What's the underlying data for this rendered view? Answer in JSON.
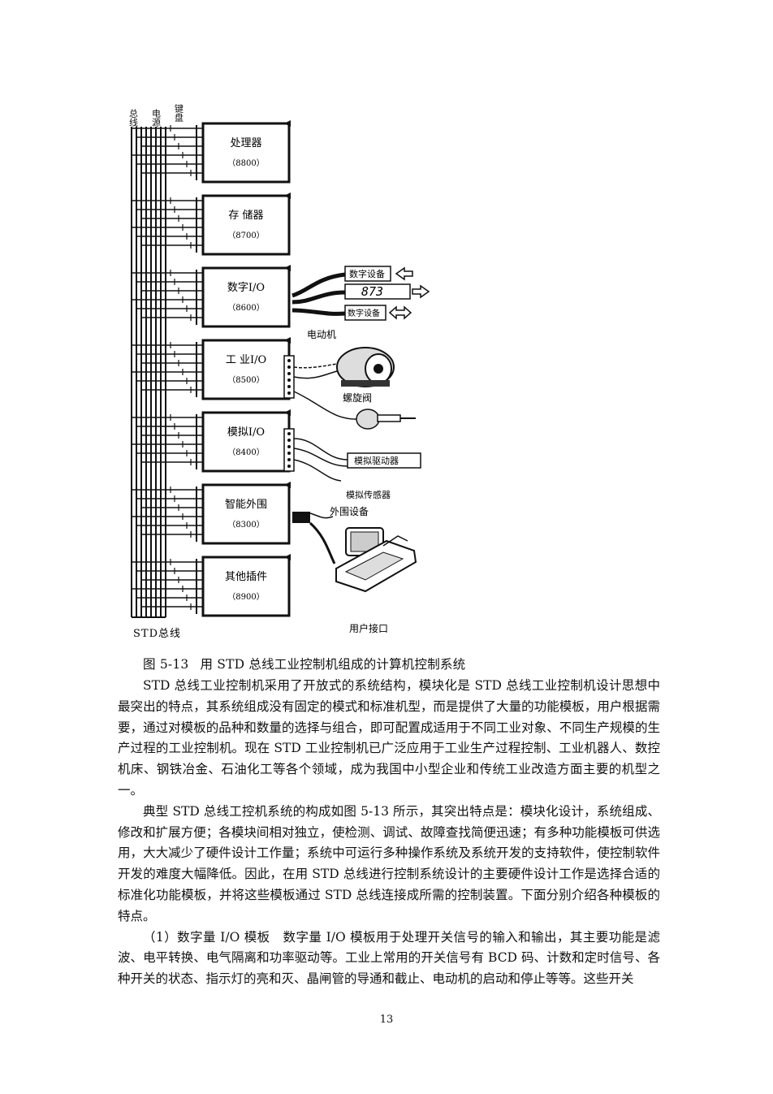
{
  "figure": {
    "top_labels": [
      "总线",
      "电源",
      "键盘"
    ],
    "modules": [
      {
        "name": "处理器",
        "code": "（8800）"
      },
      {
        "name": "存 储器",
        "code": "（8700）"
      },
      {
        "name": "数字I/O",
        "code": "（8600）"
      },
      {
        "name": "工 业I/O",
        "code": "（8500）"
      },
      {
        "name": "模拟I/O",
        "code": "（8400）"
      },
      {
        "name": "智能外围",
        "code": "（8300）"
      },
      {
        "name": "其他插件",
        "code": "（8900）"
      }
    ],
    "digital_device_1": "数字设备",
    "display_value": "873",
    "digital_device_2": "数字设备",
    "motor_label": "电动机",
    "solenoid_label": "螺旋阀",
    "analog_driver_label": "模拟驱动器",
    "analog_sensor_label": "模拟传感器",
    "peripheral_label": "外围设备",
    "user_interface_label": "用户接口",
    "bus_label": "STD总线"
  },
  "caption": {
    "number": "图 5-13",
    "text": "用 STD 总线工业控制机组成的计算机控制系统"
  },
  "paragraphs": [
    "STD 总线工业控制机采用了开放式的系统结构，模块化是 STD 总线工业控制机设计思想中最突出的特点，其系统组成没有固定的模式和标准机型，而是提供了大量的功能模板，用户根据需要，通过对模板的品种和数量的选择与组合，即可配置成适用于不同工业对象、不同生产规模的生产过程的工业控制机。现在 STD 工业控制机已广泛应用于工业生产过程控制、工业机器人、数控机床、钢铁冶金、石油化工等各个领域，成为我国中小型企业和传统工业改造方面主要的机型之一。",
    "典型 STD 总线工控机系统的构成如图 5-13 所示，其突出特点是：模块化设计，系统组成、修改和扩展方便；各模块间相对独立，使检测、调试、故障查找简便迅速；有多种功能模板可供选用，大大减少了硬件设计工作量；系统中可运行多种操作系统及系统开发的支持软件，使控制软件开发的难度大幅降低。因此，在用 STD 总线进行控制系统设计的主要硬件设计工作是选择合适的标准化功能模板，并将这些模板通过 STD 总线连接成所需的控制装置。下面分别介绍各种模板的特点。",
    "（1）数字量 I/O 模板　数字量 I/O 模板用于处理开关信号的输入和输出，其主要功能是滤波、电平转换、电气隔离和功率驱动等。工业上常用的开关信号有 BCD 码、计数和定时信号、各种开关的状态、指示灯的亮和灭、晶闸管的导通和截止、电动机的启动和停止等等。这些开关"
  ],
  "page_number": "13"
}
